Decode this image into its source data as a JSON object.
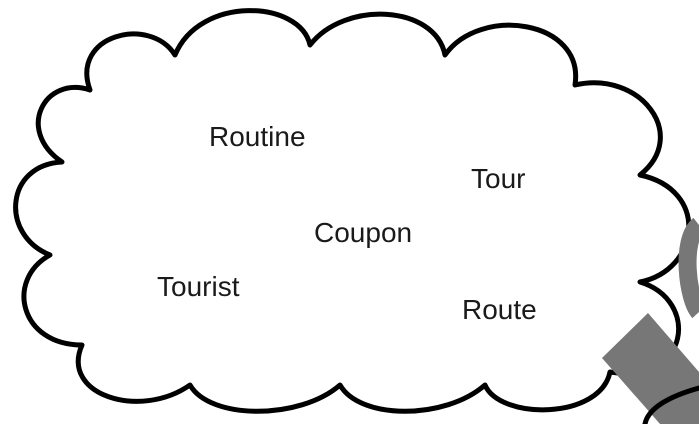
{
  "words": {
    "routine": "Routine",
    "tour": "Tour",
    "coupon": "Coupon",
    "tourist": "Tourist",
    "route": "Route"
  },
  "colors": {
    "background": "#ffffff",
    "cloud_fill": "#ffffff",
    "cloud_outline": "#000000",
    "magnifier": "#777777",
    "text": "#1a1a1a"
  },
  "icons": {
    "cloud": "thought-cloud-icon",
    "magnifier": "magnifying-glass-icon"
  }
}
